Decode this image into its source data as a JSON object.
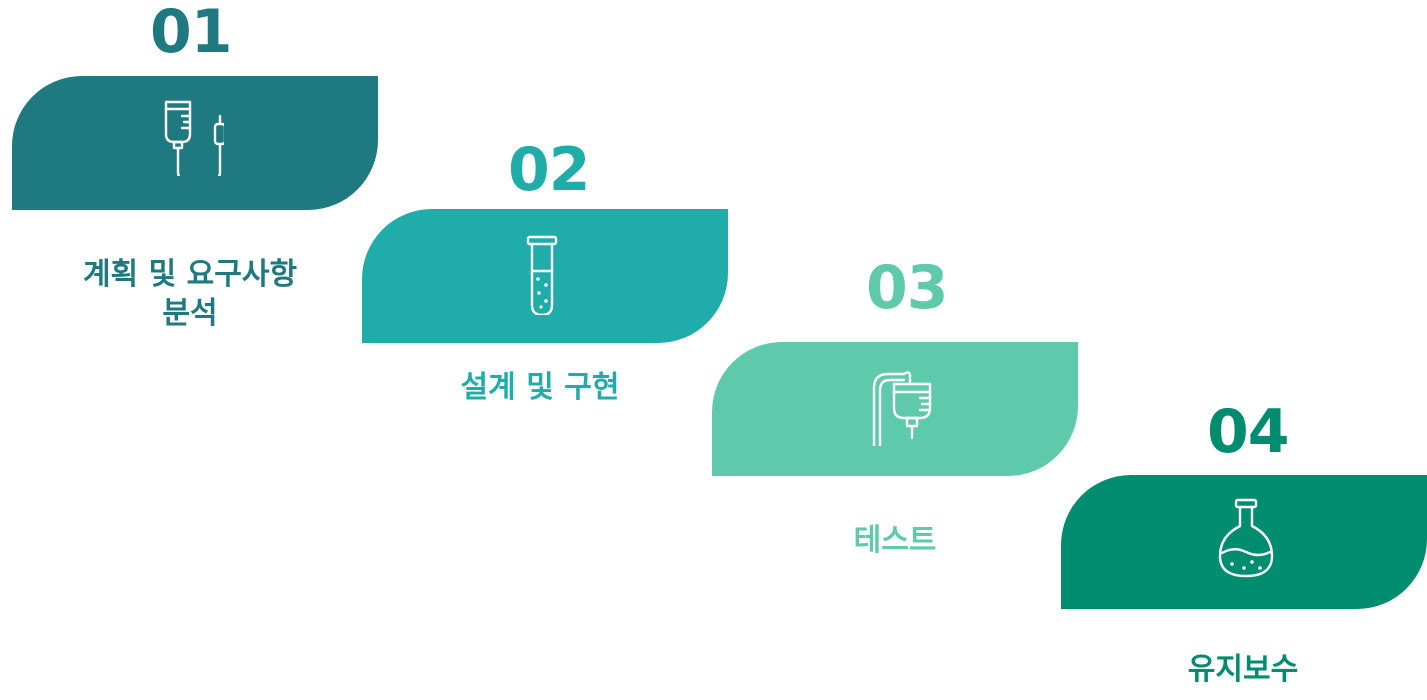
{
  "colors": {
    "step1": "#1e7a80",
    "step2": "#20ada9",
    "step3": "#5fcaab",
    "step4": "#008c6f"
  },
  "steps": [
    {
      "number": "01",
      "label_line1": "계획 및 요구사항",
      "label_line2": "분석",
      "icon": "iv-drip-bag-icon"
    },
    {
      "number": "02",
      "label_line1": "설계 및 구현",
      "label_line2": "",
      "icon": "test-tube-icon"
    },
    {
      "number": "03",
      "label_line1": "테스트",
      "label_line2": "",
      "icon": "iv-stand-bag-icon"
    },
    {
      "number": "04",
      "label_line1": "유지보수",
      "label_line2": "",
      "icon": "round-flask-icon"
    }
  ]
}
